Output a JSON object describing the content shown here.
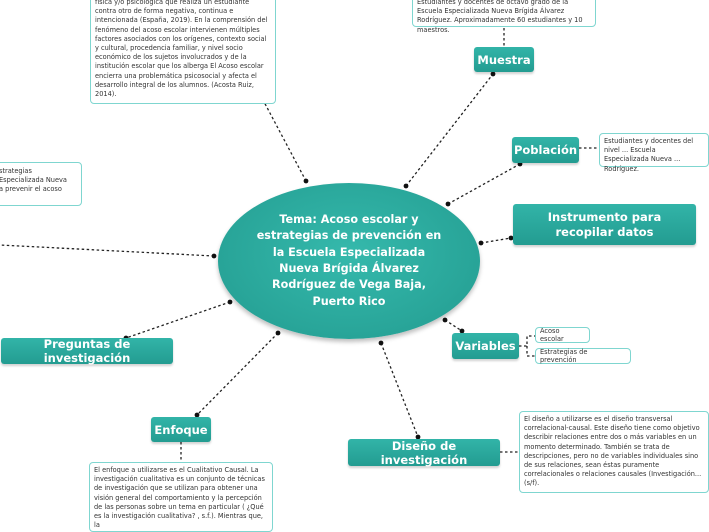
{
  "central_topic": "Tema: Acoso escolar y estrategias de prevención en la Escuela Especializada Nueva Brígida Álvarez Rodríguez de Vega Baja, Puerto Rico",
  "branches": {
    "muestra": "Muestra",
    "poblacion": "Población",
    "instrumento": "Instrumento para recopilar datos",
    "variables": "Variables",
    "diseno": "Diseño de investigación",
    "enfoque": "Enfoque",
    "preguntas": "Preguntas de investigación"
  },
  "notes": {
    "top_left": "física y/o psicológica que realiza un estudiante contra otro de forma negativa, continua e intencionada (España, 2019). En la comprensión del fenómeno del acoso escolar intervienen múltiples factores asociados con los orígenes, contexto social y cultural, procedencia familiar, y nivel socio económico de los sujetos involucrados y de la institución escolar que los alberga El Acoso escolar encierra una problemática psicosocial y afecta el desarrollo integral de los alumnos. (Acosta Ruiz, 2014).",
    "left_mid_lines": [
      "strategias",
      "Especializada Nueva",
      "a prevenir el acoso"
    ],
    "muestra": "Estudiantes y docentes de octavo grado de la Escuela Especializada Nueva Brígida Álvarez Rodríguez. Aproximadamente 60 estudiantes y 10 maestros.",
    "poblacion": "Estudiantes y docentes del nivel ... Escuela Especializada Nueva ... Rodríguez.",
    "diseno": "El diseño a utilizarse es el diseño transversal correlacional-causal. Este diseño tiene como objetivo describir relaciones entre dos o más variables en un momento determinado. También se trata de descripciones, pero no de variables individuales sino de sus relaciones, sean éstas puramente correlacionales o relaciones causales (Investigación... (s/f).",
    "enfoque": "El enfoque a utilizarse es el Cualitativo Causal. La investigación cualitativa es un conjunto de técnicas de investigación que se utilizan para obtener una visión general del comportamiento y la percepción de las personas sobre un tema en particular ( ¿Qué es la investigación cualitativa? , s.f.). Mientras que, la"
  },
  "variables": [
    "Acoso escolar",
    "Estrategias de prevención"
  ]
}
